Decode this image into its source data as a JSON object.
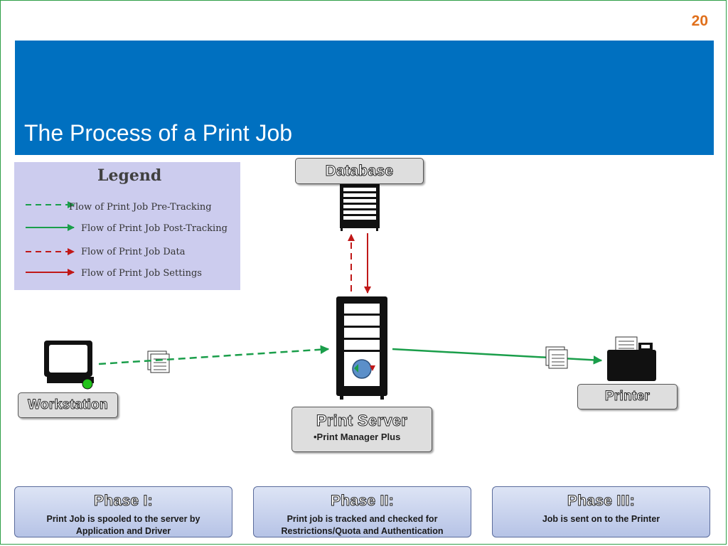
{
  "page_number": "20",
  "slide_title": "The Process of a Print Job",
  "legend": {
    "title": "Legend",
    "items": [
      {
        "label": "Flow of Print Job Pre-Tracking",
        "color": "#1a9e4a",
        "style": "dashed"
      },
      {
        "label": "Flow of Print Job Post-Tracking",
        "color": "#1a9e4a",
        "style": "solid"
      },
      {
        "label": "Flow of Print Job Data",
        "color": "#c01818",
        "style": "dashed"
      },
      {
        "label": "Flow of Print Job Settings",
        "color": "#c01818",
        "style": "solid"
      }
    ]
  },
  "nodes": {
    "database": {
      "label": "Database",
      "icon": "database-icon"
    },
    "workstation": {
      "label": "Workstation",
      "icon": "monitor-icon"
    },
    "print_server": {
      "label": "Print Server",
      "sublabel": "•Print Manager Plus",
      "icon": "server-icon"
    },
    "printer": {
      "label": "Printer",
      "icon": "printer-icon"
    }
  },
  "phases": [
    {
      "title": "Phase I:",
      "desc_line1": "Print Job is spooled to the server by",
      "desc_line2": "Application and Driver"
    },
    {
      "title": "Phase II:",
      "desc_line1": "Print job is tracked and checked for",
      "desc_line2": "Restrictions/Quota and Authentication"
    },
    {
      "title": "Phase III:",
      "desc_line1": "Job is sent on to the Printer",
      "desc_line2": ""
    }
  ],
  "colors": {
    "banner": "#0070c0",
    "page_number": "#e0701c",
    "legend_bg": "#ccccee",
    "green_flow": "#1a9e4a",
    "red_flow": "#c01818"
  }
}
